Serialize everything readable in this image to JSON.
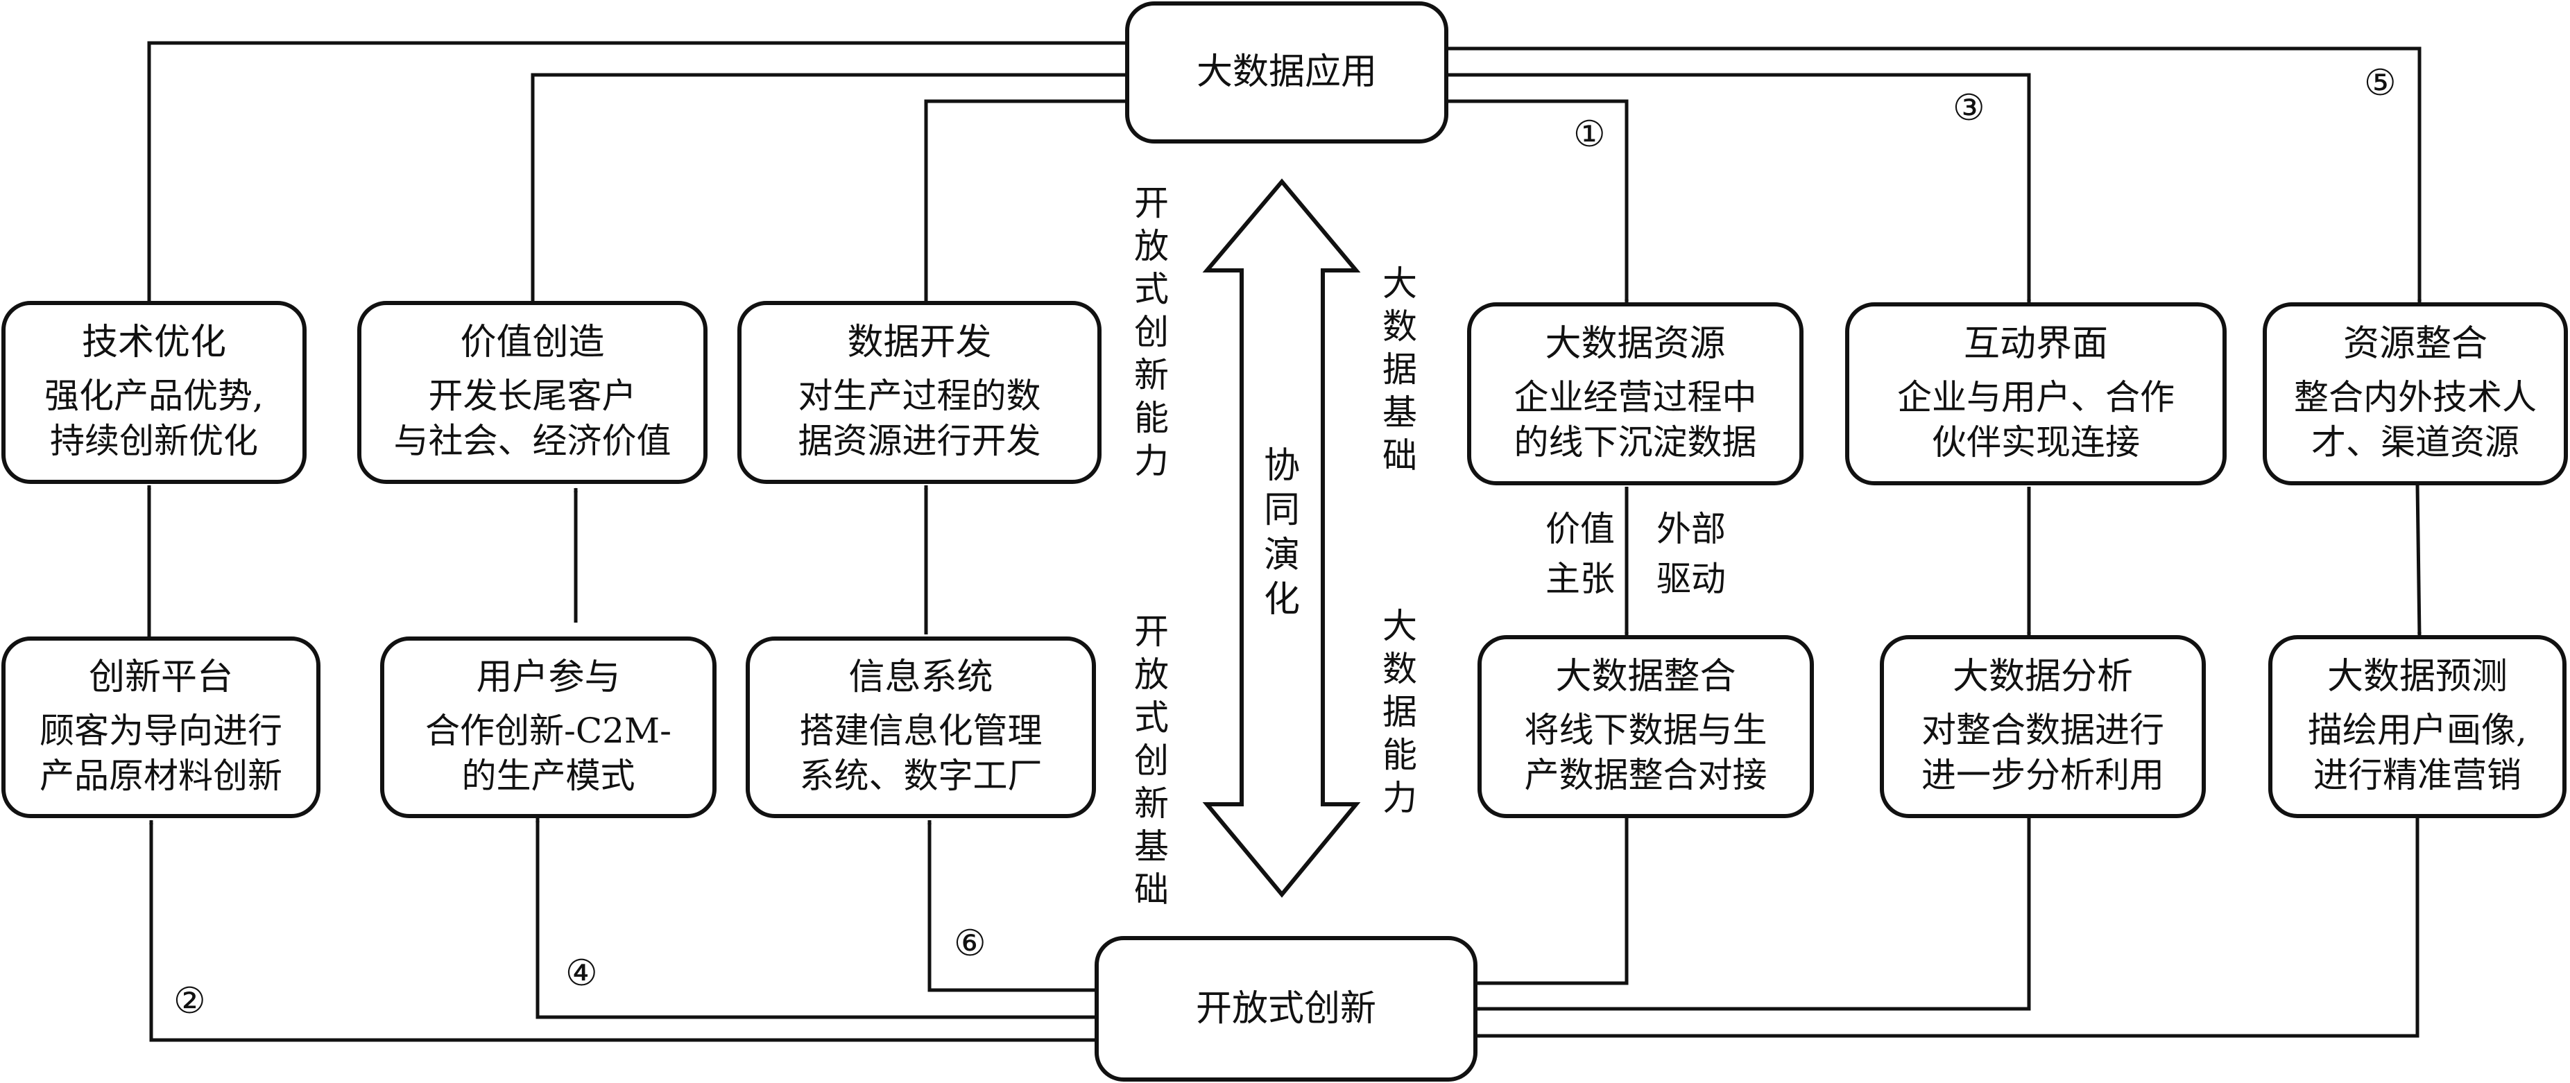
{
  "hubs": {
    "top": "大数据应用",
    "bottom": "开放式创新"
  },
  "left_boxes": {
    "tech_opt": {
      "title": "技术优化",
      "lines": [
        "强化产品优势,",
        "持续创新优化"
      ]
    },
    "value": {
      "title": "价值创造",
      "lines": [
        "开发长尾客户",
        "与社会、经济价值"
      ]
    },
    "data_dev": {
      "title": "数据开发",
      "lines": [
        "对生产过程的数",
        "据资源进行开发"
      ]
    },
    "innov_platform": {
      "title": "创新平台",
      "lines": [
        "顾客为导向进行",
        "产品原材料创新"
      ]
    },
    "user_part": {
      "title": "用户参与",
      "lines": [
        "合作创新-C2M-",
        "的生产模式"
      ]
    },
    "info_sys": {
      "title": "信息系统",
      "lines": [
        "搭建信息化管理",
        "系统、数字工厂"
      ]
    }
  },
  "right_boxes": {
    "resource": {
      "title": "大数据资源",
      "lines": [
        "企业经营过程中",
        "的线下沉淀数据"
      ]
    },
    "interface": {
      "title": "互动界面",
      "lines": [
        "企业与用户、合作",
        "伙伴实现连接"
      ]
    },
    "integration_res": {
      "title": "资源整合",
      "lines": [
        "整合内外技术人",
        "才、渠道资源"
      ]
    },
    "integration": {
      "title": "大数据整合",
      "lines": [
        "将线下数据与生",
        "产数据整合对接"
      ]
    },
    "analysis": {
      "title": "大数据分析",
      "lines": [
        "对整合数据进行",
        "进一步分析利用"
      ]
    },
    "prediction": {
      "title": "大数据预测",
      "lines": [
        "描绘用户画像,",
        "进行精准营销"
      ]
    }
  },
  "labels": {
    "value_prop": [
      "价值",
      "主张"
    ],
    "external_drive": [
      "外部",
      "驱动"
    ],
    "open_ability": [
      "开",
      "放",
      "式",
      "创",
      "新",
      "能",
      "力"
    ],
    "open_basis": [
      "开",
      "放",
      "式",
      "创",
      "新",
      "基",
      "础"
    ],
    "bigdata_basis": [
      "大",
      "数",
      "据",
      "基",
      "础"
    ],
    "bigdata_ability": [
      "大",
      "数",
      "据",
      "能",
      "力"
    ],
    "coevolution": [
      "协",
      "同",
      "演",
      "化"
    ]
  },
  "path_numbers": [
    "①",
    "②",
    "③",
    "④",
    "⑤",
    "⑥"
  ]
}
